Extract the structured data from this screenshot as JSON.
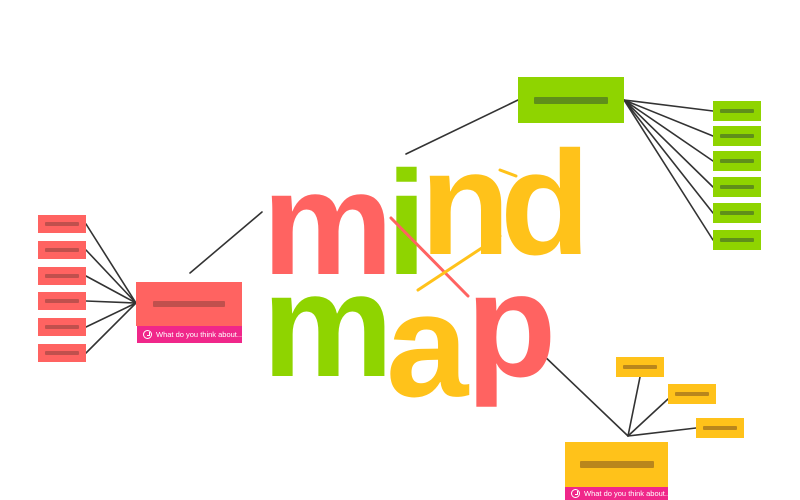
{
  "comment_text": "What do you think about...",
  "wordmark": {
    "letters": [
      {
        "char": "m",
        "color": "#ff6361"
      },
      {
        "char": "i",
        "color": "#8fd400"
      },
      {
        "char": "n",
        "color": "#ffc21a"
      },
      {
        "char": "d",
        "color": "#ffc21a"
      },
      {
        "char": "m",
        "color": "#8fd400"
      },
      {
        "char": "a",
        "color": "#ffc21a"
      },
      {
        "char": "p",
        "color": "#ff6361"
      }
    ]
  },
  "colors": {
    "red": "#ff6361",
    "red_bar": "#c0504d",
    "green": "#8fd400",
    "green_bar": "#5f8f1a",
    "yellow": "#ffc21a",
    "yellow_bar": "#b9861c",
    "pink": "#f0278a",
    "connector": "#333333"
  },
  "branches": [
    {
      "name": "left-red-branch",
      "color": "red",
      "children": 6,
      "has_comment": true
    },
    {
      "name": "top-right-green-branch",
      "color": "green",
      "children": 6,
      "has_comment": false
    },
    {
      "name": "bottom-right-yellow-branch",
      "color": "yellow",
      "children": 3,
      "has_comment": true
    }
  ]
}
